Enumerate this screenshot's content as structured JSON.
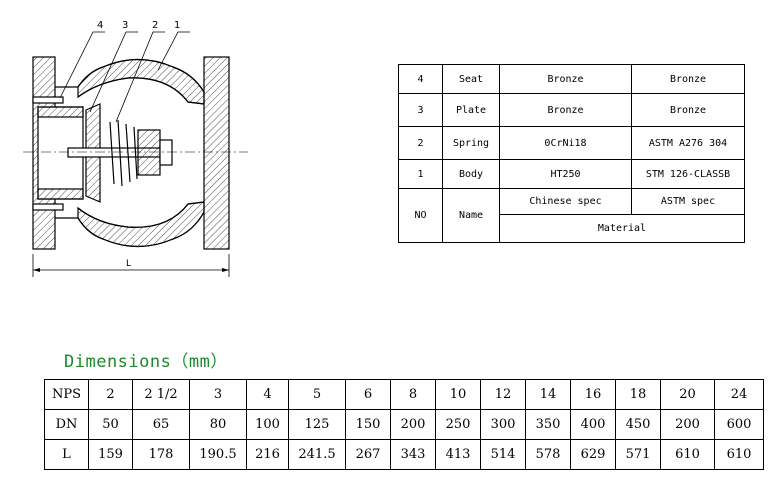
{
  "drawing": {
    "callouts": [
      "4",
      "3",
      "2",
      "1"
    ],
    "dimension_label": "L"
  },
  "bom": {
    "rows": [
      {
        "no": "4",
        "name": "Seat",
        "chinese": "Bronze",
        "astm": "Bronze"
      },
      {
        "no": "3",
        "name": "Plate",
        "chinese": "Bronze",
        "astm": "Bronze"
      },
      {
        "no": "2",
        "name": "Spring",
        "chinese": "0CrNi18",
        "astm": "ASTM A276 304"
      },
      {
        "no": "1",
        "name": "Body",
        "chinese": "HT250",
        "astm": "STM 126-CLASSB"
      }
    ],
    "header": {
      "no": "NO",
      "name": "Name",
      "chinese_spec": "Chinese spec",
      "astm_spec": "ASTM spec",
      "material": "Material"
    }
  },
  "dimensions": {
    "title": "Dimensions（mm）",
    "rows": [
      {
        "label": "NPS",
        "values": [
          "2",
          "2 1/2",
          "3",
          "4",
          "5",
          "6",
          "8",
          "10",
          "12",
          "14",
          "16",
          "18",
          "20",
          "24"
        ]
      },
      {
        "label": "DN",
        "values": [
          "50",
          "65",
          "80",
          "100",
          "125",
          "150",
          "200",
          "250",
          "300",
          "350",
          "400",
          "450",
          "200",
          "600"
        ]
      },
      {
        "label": "L",
        "values": [
          "159",
          "178",
          "190.5",
          "216",
          "241.5",
          "267",
          "343",
          "413",
          "514",
          "578",
          "629",
          "571",
          "610",
          "610"
        ]
      }
    ]
  }
}
